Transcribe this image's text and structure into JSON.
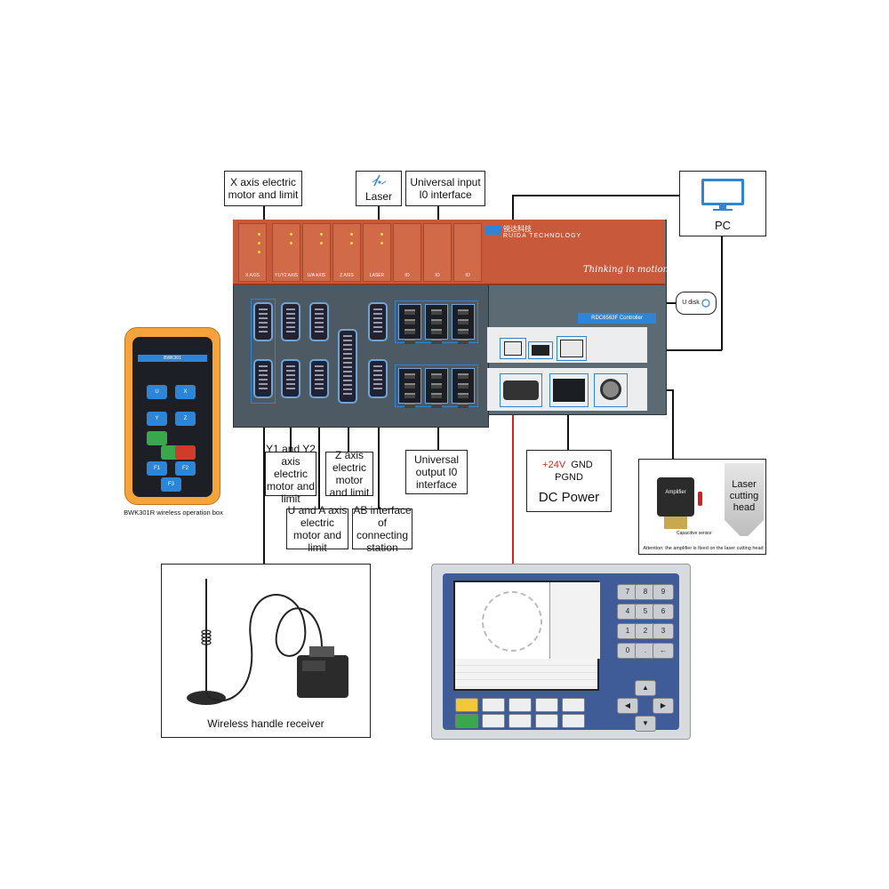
{
  "labels": {
    "x_axis": "X axis electric motor and limit",
    "laser": "Laser",
    "universal_input": "Universal input I0 interface",
    "pc": "PC",
    "u_disk": "U disk",
    "y_axis": "Y1 and Y2 axis electric motor and limit",
    "z_axis": "Z axis electric motor and limit",
    "ua_axis": "U and A axis electric motor and limit",
    "ab_interface": "AB interface of connecting station",
    "universal_output": "Universal output I0 interface",
    "dc_power": {
      "p24": "+24V",
      "gnd": "GND",
      "pgnd": "PGND",
      "title": "DC Power"
    },
    "laser_head": "Laser cutting head",
    "amplifier": "Amplifier",
    "capacitive_sensor": "Capacitive sensor",
    "attention": "Attention: the amplifier is fixed on the laser cutting head",
    "wireless_receiver": "Wireless handle receiver",
    "wireless_box": "BWK301R wireless operation box"
  },
  "controller": {
    "brand": "RUIDA TECHNOLOGY",
    "brand_cn": "锐达科技",
    "slogan": "Thinking in motion",
    "model": "RDC6563F Controller",
    "slot_labels": [
      "X AXIS",
      "Y1/Y2 AXIS",
      "U/A AXIS",
      "Z AXIS",
      "LASER",
      "IO",
      "IO",
      "IO"
    ]
  },
  "remote": {
    "model": "BWK301",
    "buttons": [
      "U",
      "X",
      "Y",
      "Z",
      "F1",
      "F2",
      "F3"
    ]
  },
  "panel": {
    "keys": [
      "7",
      "8",
      "9",
      "4",
      "5",
      "6",
      "1",
      "2",
      "3",
      "0",
      ".",
      "←"
    ]
  },
  "colors": {
    "accent_blue": "#2e85d6",
    "signal_red": "#d42020",
    "chassis": "#4d5a63",
    "top_bar": "#c85a3b",
    "remote_orange": "#f6a33c",
    "panel_blue": "#3f5c98"
  }
}
